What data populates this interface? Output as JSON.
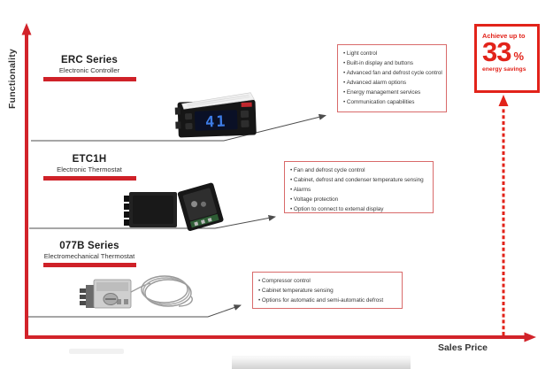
{
  "axes": {
    "y_label": "Functionality",
    "x_label": "Sales Price"
  },
  "tiers": [
    {
      "name": "ERC Series",
      "subtitle": "Electronic Controller",
      "display_digits": "41",
      "features": [
        "Light control",
        "Built-in display and buttons",
        "Advanced fan and defrost cycle control",
        "Advanced alarm options",
        "Energy management services",
        "Communication capabilities"
      ]
    },
    {
      "name": "ETC1H",
      "subtitle": "Electronic Thermostat",
      "features": [
        "Fan and defrost cycle control",
        "Cabinet, defrost and condenser  temperature sensing",
        "Alarms",
        "Voltage protection",
        "Option to connect to external display"
      ]
    },
    {
      "name": "077B Series",
      "subtitle": "Electromechanical Thermostat",
      "features": [
        "Compressor control",
        "Cabinet temperature sensing",
        "Options for automatic and semi-automatic defrost"
      ]
    }
  ],
  "savings_badge": {
    "line1": "Achieve up to",
    "value": "33",
    "unit": "%",
    "line2": "energy savings"
  },
  "colors": {
    "accent_red": "#d2232a",
    "badge_red": "#e2231a",
    "feature_box_border": "#d96a6a",
    "step_line": "#4d4d4d"
  }
}
